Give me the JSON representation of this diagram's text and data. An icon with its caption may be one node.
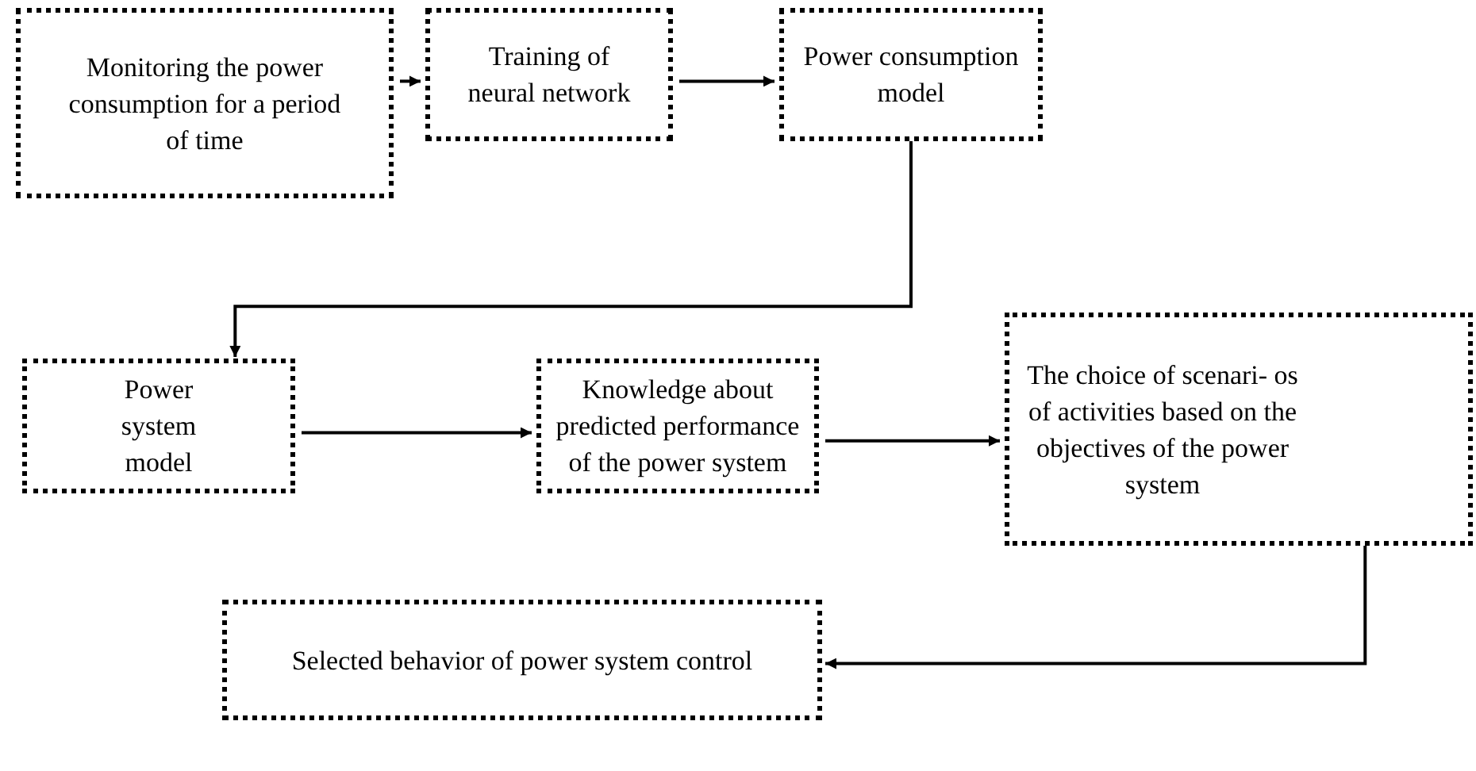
{
  "diagram": {
    "nodes": [
      {
        "text": [
          "Monitoring the power consumption for a period of time"
        ]
      },
      {
        "text": [
          "Training of neural network"
        ]
      },
      {
        "text": [
          "Power consumption model"
        ]
      },
      {
        "text": [
          "Power system model"
        ]
      },
      {
        "text": [
          "Knowledge about predicted performance of the power system"
        ]
      },
      {
        "text": [
          "The choice of scenari- os of activities based on the objectives of the power system"
        ]
      },
      {
        "text": [
          "Selected behavior of power system control"
        ]
      }
    ],
    "edges": [
      {
        "from": 0,
        "to": 1,
        "arrow": "to"
      },
      {
        "from": 1,
        "to": 2,
        "arrow": "to"
      },
      {
        "from": 2,
        "to": 3,
        "arrow": "to"
      },
      {
        "from": 3,
        "to": 4,
        "arrow": "to"
      },
      {
        "from": 4,
        "to": 5,
        "arrow": "to"
      },
      {
        "from": 5,
        "to": 6,
        "arrow": "to"
      }
    ]
  }
}
